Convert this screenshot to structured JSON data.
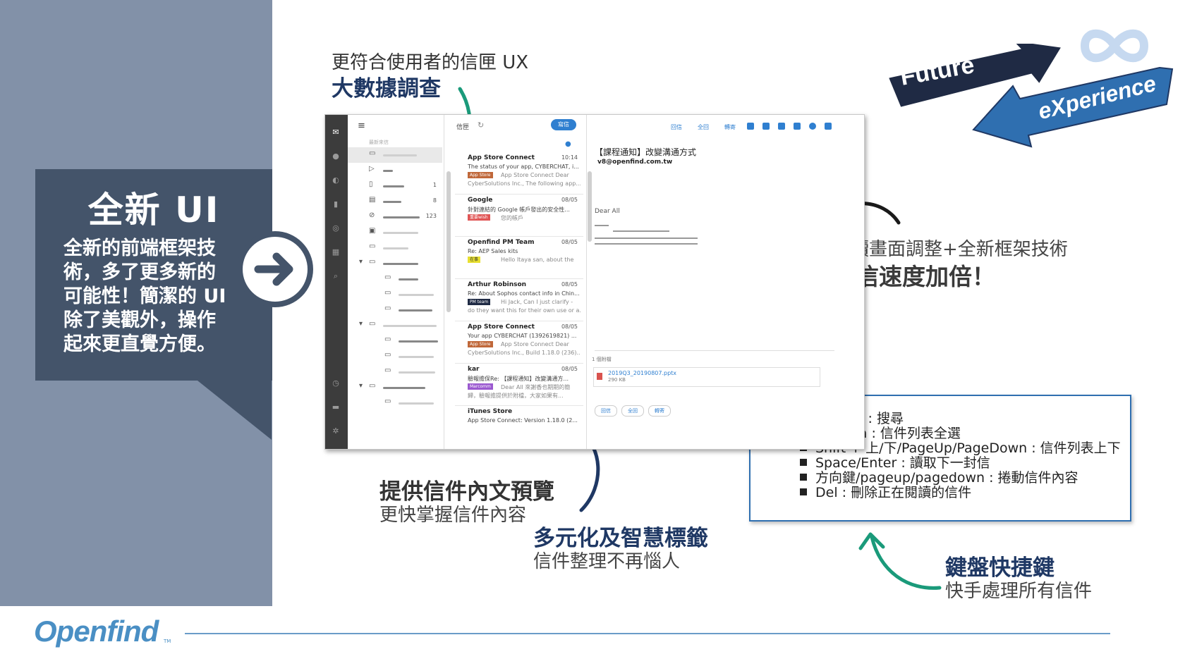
{
  "left_panel": {
    "title": "全新 UI",
    "body_lines": [
      "全新的前端框架技",
      "術，多了更多新的",
      "可能性！簡潔的 UI",
      "除了美觀外，操作",
      "起來更直覺方便。"
    ]
  },
  "logo": {
    "text": "Openfind",
    "tm": "TM"
  },
  "captions": {
    "ux_line1": "更符合使用者的信匣 UX",
    "ux_line2": "大數據調查",
    "read_line1": "閱讀畫面調整+全新框架技術",
    "read_line2": "開信速度加倍！",
    "preview_line1": "提供信件內文預覽",
    "preview_line2": "更快掌握信件內容",
    "tags_line1": "多元化及智慧標籤",
    "tags_line2": "信件整理不再惱人",
    "keys_line1": "鍵盤快捷鍵",
    "keys_line2": "快手處理所有信件"
  },
  "banner": {
    "future": "Future",
    "experience": "eXperience"
  },
  "shortcuts": [
    "Ctrl + f : 搜尋",
    "Ctrl + a : 信件列表全選",
    "Shift + 上/下/PageUp/PageDown : 信件列表上下",
    "Space/Enter : 讀取下一封信",
    "方向鍵/pageup/pagedown : 捲動信件內容",
    "Del : 刪除正在閱讀的信件"
  ],
  "mock": {
    "list_header": "信匣",
    "compose": "寫信",
    "refresh_label": "最新來信",
    "folder_counts": [
      "1",
      "8",
      "123"
    ],
    "toolbar": [
      "回信",
      "全回",
      "轉寄"
    ],
    "mails": [
      {
        "from": "App Store Connect",
        "date": "10:14",
        "subject": "The status of your app, CYBERCHAT, i...",
        "tag": "App Store",
        "tag_color": "#c0683a",
        "preview": "App Store Connect Dear",
        "preview2": "CyberSolutions Inc., The following app..."
      },
      {
        "from": "Google",
        "date": "08/05",
        "subject": "針對連結的 Google 帳戶發出的安全性...",
        "tag": "重要wish",
        "tag_color": "#e05555",
        "preview": "您的帳戶",
        "preview2": ""
      },
      {
        "from": "Openfind PM Team",
        "date": "08/05",
        "subject": "Re: AEP Sales kits",
        "tag": "在事",
        "tag_color": "#e8e030",
        "preview": "Hello Itaya san, about the",
        "preview2": ""
      },
      {
        "from": "Arthur Robinson",
        "date": "08/05",
        "subject": "Re: About Sophos contact info in Chin...",
        "tag": "PM team",
        "tag_color": "#1f2a44",
        "preview": "Hi Jack, Can I just clarify -",
        "preview2": "do they want this for their own use or a..."
      },
      {
        "from": "App Store Connect",
        "date": "08/05",
        "subject": "Your app CYBERCHAT (1392619821) ...",
        "tag": "App Store",
        "tag_color": "#c0683a",
        "preview": "App Store Connect Dear",
        "preview2": "CyberSolutions Inc., Build 1.18.0 (236)..."
      },
      {
        "from": "kar",
        "date": "08/05",
        "subject": "驗報擔保Re: 【課程通知】改變溝通方...",
        "tag": "Marcomm",
        "tag_color": "#9b59d0",
        "preview": "Dear All 來謝香也期期的簡",
        "preview2": "歸，驗報擔提供於附檔，大家如果有..."
      },
      {
        "from": "iTunes Store",
        "date": "",
        "subject": "App Store Connect: Version 1.18.0 (2...",
        "tag": "",
        "tag_color": "",
        "preview": "",
        "preview2": ""
      }
    ],
    "reader": {
      "subject": "【課程通知】改變溝通方式",
      "sender": "v8@openfind.com.tw",
      "greeting": "Dear All",
      "attach_count": "1 個附檔",
      "attach_name": "2019Q3_20190807.pptx",
      "attach_size": "290 KB",
      "bottom_buttons": [
        "回信",
        "全回",
        "轉寄"
      ]
    }
  },
  "colors": {
    "left_band": "#8291a8",
    "callout": "#44546a",
    "accent_blue": "#1f3864",
    "teal": "#1a9a7a",
    "brand": "#4a8fc4"
  }
}
